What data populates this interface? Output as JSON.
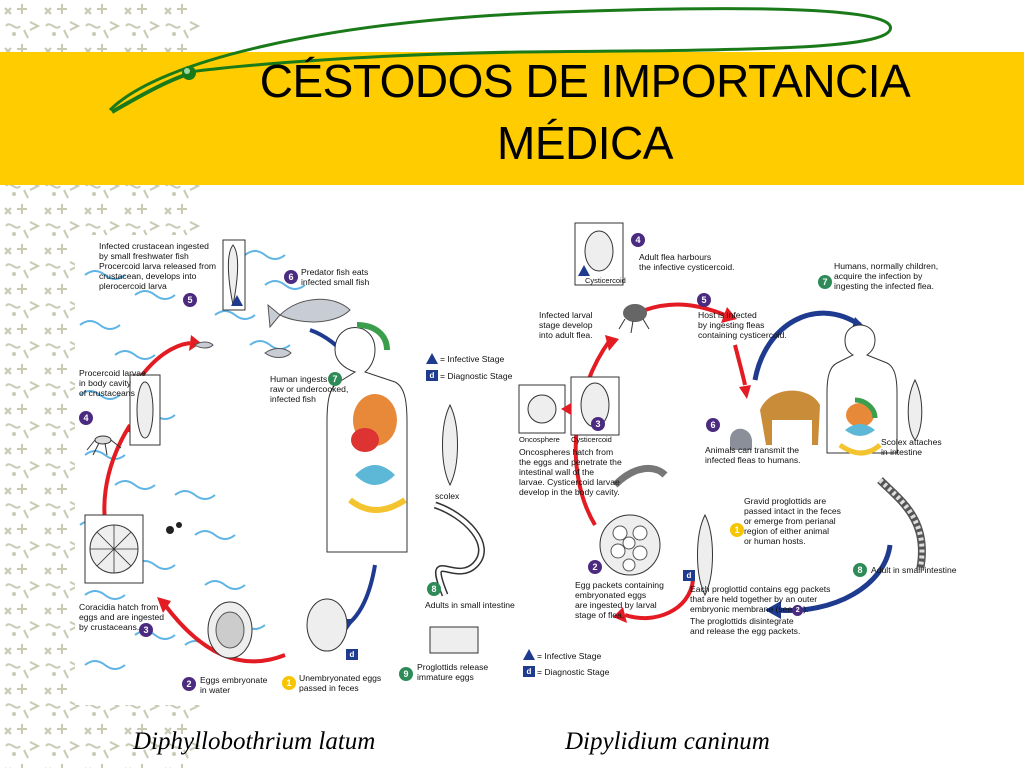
{
  "slide": {
    "title_line1": "CÉSTODOS DE IMPORTANCIA",
    "title_line2": "MÉDICA",
    "band_color": "#FFCC00",
    "swirl_color": "#1a7a1a"
  },
  "left_diagram": {
    "caption": "Diphyllobothrium latum",
    "steps": [
      {
        "n": "1",
        "text_lines": [
          "Unembryonated eggs",
          "passed in feces"
        ]
      },
      {
        "n": "2",
        "text_lines": [
          "Eggs embryonate",
          "in water"
        ]
      },
      {
        "n": "3",
        "text_lines": [
          "Coracidia hatch from",
          "eggs and are ingested",
          "by crustaceans."
        ]
      },
      {
        "n": "4",
        "text_lines": [
          "Procercoid larvae",
          "in body cavity",
          "of crustaceans"
        ]
      },
      {
        "n": "5",
        "text_lines": [
          "Infected crustacean ingested",
          "by small freshwater fish",
          "Procercoid larva released from",
          "crustacean, develops into",
          "plerocercoid larva"
        ]
      },
      {
        "n": "6",
        "text_lines": [
          "Predator fish eats",
          "infected small fish"
        ]
      },
      {
        "n": "7",
        "text_lines": [
          "Human ingests",
          "raw or undercooked,",
          "infected fish"
        ]
      },
      {
        "n": "8",
        "text_lines": [
          "Adults in small intestine"
        ]
      },
      {
        "n": "9",
        "text_lines": [
          "Proglottids release",
          "immature eggs"
        ]
      }
    ],
    "scolex_label": "scolex",
    "legend": {
      "infective": "= Infective Stage",
      "diagnostic": "= Diagnostic Stage"
    }
  },
  "right_diagram": {
    "caption": "Dipylidium caninum",
    "steps": [
      {
        "n": "1",
        "text_lines": [
          "Gravid proglottids are",
          "passed intact in the feces",
          "or emerge from perianal",
          "region of either animal",
          "or human hosts."
        ]
      },
      {
        "n": "2",
        "text_lines": [
          "Egg packets containing",
          "embryonated eggs",
          "are ingested by larval",
          "stage of flea."
        ]
      },
      {
        "n": "3",
        "text_lines": [
          "Oncospheres hatch from",
          "the eggs and penetrate the",
          "intestinal wall of the",
          "larvae. Cysticercoid larvae",
          "develop in the body cavity."
        ]
      },
      {
        "n": "4",
        "text_lines": [
          "Adult flea harbours",
          "the infective cysticercoid."
        ]
      },
      {
        "n": "5",
        "text_lines": [
          "Host is infected",
          "by ingesting fleas",
          "containing cysticercoid."
        ]
      },
      {
        "n": "6",
        "text_lines": [
          "Animals can transmit the",
          "infected fleas to humans."
        ]
      },
      {
        "n": "7",
        "text_lines": [
          "Humans, normally children,",
          "acquire the infection by",
          "ingesting the infected flea."
        ]
      },
      {
        "n": "8",
        "text_lines": [
          "Adult in small intestine"
        ]
      }
    ],
    "egg_packet_note_lines": [
      "Each proglottid contains egg packets",
      "that are held together by an outer",
      "embryonic membrane (see",
      "The proglottids disintegrate",
      "and release the egg packets."
    ],
    "infected_larval_lines": [
      "Infected larval",
      "stage develop",
      "into adult flea."
    ],
    "scolex_lines": [
      "Scolex attaches",
      "in intestine"
    ],
    "oncosphere_label": "Oncosphere",
    "cysticercoid_label": "Cysticercoid",
    "cysticercoid_label_top": "Cysticercoid",
    "legend": {
      "infective": "= Infective Stage",
      "diagnostic": "= Diagnostic Stage"
    }
  }
}
